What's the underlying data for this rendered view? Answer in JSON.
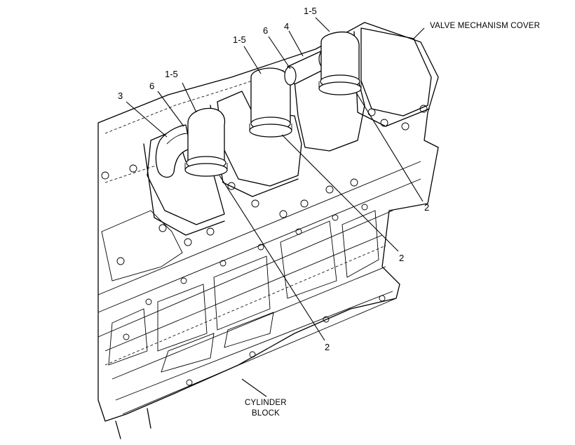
{
  "labels": {
    "valve_mechanism_cover": "VALVE MECHANISM COVER",
    "cylinder_block_line1": "CYLINDER",
    "cylinder_block_line2": "BLOCK"
  },
  "callouts": {
    "c1_5_top": "1-5",
    "c1_5_mid": "1-5",
    "c1_5_left": "1-5",
    "c6_mid": "6",
    "c6_left": "6",
    "c4": "4",
    "c3": "3",
    "c2_right": "2",
    "c2_mid": "2",
    "c2_bottom": "2"
  }
}
